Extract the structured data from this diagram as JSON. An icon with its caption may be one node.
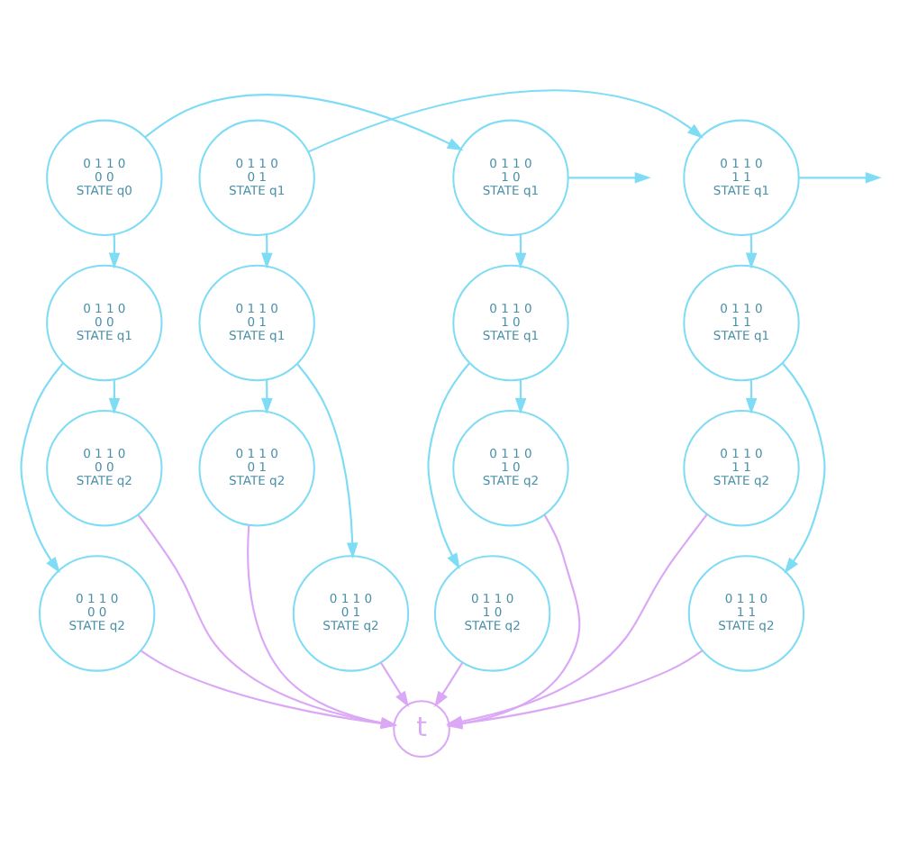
{
  "diagram": {
    "nodes": [
      {
        "text": [
          "0 1 1 0",
          "0 0",
          "STATE q0"
        ]
      },
      {
        "text": [
          "0 1 1 0",
          "0 1",
          "STATE q1"
        ]
      },
      {
        "text": [
          "0 1 1 0",
          "1 0",
          "STATE q1"
        ]
      },
      {
        "text": [
          "0 1 1 0",
          "1 1",
          "STATE q1"
        ]
      },
      {
        "text": [
          "0 1 1 0",
          "0 0",
          "STATE q1"
        ]
      },
      {
        "text": [
          "0 1 1 0",
          "0 1",
          "STATE q1"
        ]
      },
      {
        "text": [
          "0 1 1 0",
          "1 0",
          "STATE q1"
        ]
      },
      {
        "text": [
          "0 1 1 0",
          "1 1",
          "STATE q1"
        ]
      },
      {
        "text": [
          "0 1 1 0",
          "0 0",
          "STATE q2"
        ]
      },
      {
        "text": [
          "0 1 1 0",
          "0 1",
          "STATE q2"
        ]
      },
      {
        "text": [
          "0 1 1 0",
          "1 0",
          "STATE q2"
        ]
      },
      {
        "text": [
          "0 1 1 0",
          "1 1",
          "STATE q2"
        ]
      },
      {
        "text": [
          "0 1 1 0",
          "0 0",
          "STATE q2"
        ]
      },
      {
        "text": [
          "0 1 1 0",
          "0 1",
          "STATE q2"
        ]
      },
      {
        "text": [
          "0 1 1 0",
          "1 0",
          "STATE q2"
        ]
      },
      {
        "text": [
          "0 1 1 0",
          "1 1",
          "STATE q2"
        ]
      },
      {
        "text": [
          "t"
        ]
      }
    ],
    "edges": [
      {
        "from": 0,
        "to": 2,
        "arrow": "to"
      },
      {
        "from": 1,
        "to": 3,
        "arrow": "to"
      },
      {
        "from": 2,
        "to": null,
        "arrow": "to"
      },
      {
        "from": 3,
        "to": null,
        "arrow": "to"
      },
      {
        "from": 0,
        "to": 4,
        "arrow": "to"
      },
      {
        "from": 1,
        "to": 5,
        "arrow": "to"
      },
      {
        "from": 2,
        "to": 6,
        "arrow": "to"
      },
      {
        "from": 3,
        "to": 7,
        "arrow": "to"
      },
      {
        "from": 4,
        "to": 8,
        "arrow": "to"
      },
      {
        "from": 5,
        "to": 9,
        "arrow": "to"
      },
      {
        "from": 6,
        "to": 10,
        "arrow": "to"
      },
      {
        "from": 7,
        "to": 11,
        "arrow": "to"
      },
      {
        "from": 4,
        "to": 12,
        "arrow": "to"
      },
      {
        "from": 5,
        "to": 13,
        "arrow": "to"
      },
      {
        "from": 6,
        "to": 14,
        "arrow": "to"
      },
      {
        "from": 7,
        "to": 15,
        "arrow": "to"
      },
      {
        "from": 8,
        "to": 16,
        "arrow": "to",
        "color": "#dba8f5"
      },
      {
        "from": 9,
        "to": 16,
        "arrow": "to",
        "color": "#dba8f5"
      },
      {
        "from": 10,
        "to": 16,
        "arrow": "to",
        "color": "#dba8f5"
      },
      {
        "from": 11,
        "to": 16,
        "arrow": "to",
        "color": "#dba8f5"
      },
      {
        "from": 12,
        "to": 16,
        "arrow": "to",
        "color": "#dba8f5"
      },
      {
        "from": 13,
        "to": 16,
        "arrow": "to",
        "color": "#dba8f5"
      },
      {
        "from": 14,
        "to": 16,
        "arrow": "to",
        "color": "#dba8f5"
      },
      {
        "from": 15,
        "to": 16,
        "arrow": "to",
        "color": "#dba8f5"
      }
    ]
  }
}
